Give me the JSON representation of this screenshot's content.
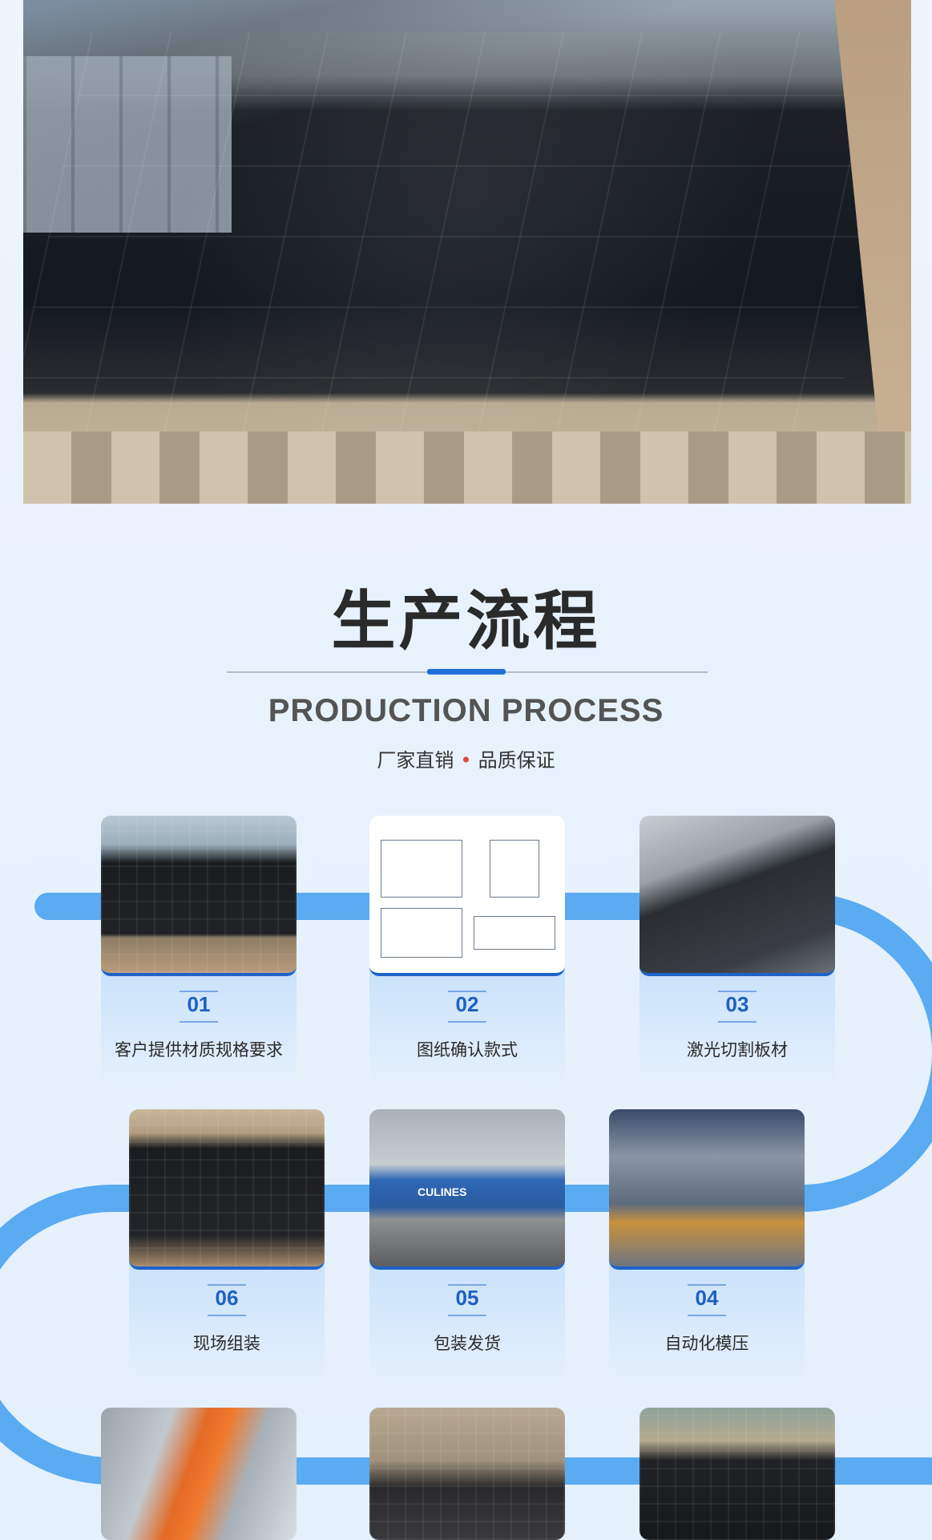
{
  "header": {
    "title": "生产流程",
    "subtitle": "PRODUCTION PROCESS",
    "tagline_left": "厂家直销",
    "tagline_right": "品质保证",
    "accent_color": "#1e6fd9"
  },
  "steps": [
    {
      "num": "01",
      "label": "客户提供材质规格要求"
    },
    {
      "num": "02",
      "label": "图纸确认款式"
    },
    {
      "num": "03",
      "label": "激光切割板材"
    },
    {
      "num": "04",
      "label": "自动化模压"
    },
    {
      "num": "05",
      "label": "包装发货"
    },
    {
      "num": "06",
      "label": "现场组装"
    }
  ],
  "photo_texts": {
    "truck_brand": "CULINES"
  },
  "colors": {
    "path": "#4aa3f0",
    "number": "#1e5fc2"
  }
}
